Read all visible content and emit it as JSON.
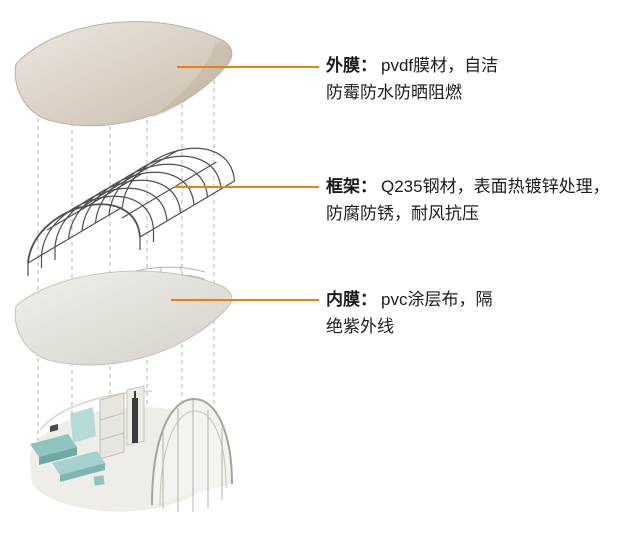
{
  "colors": {
    "accent": "#e8820e",
    "text": "#1b1b1b",
    "background": "#ffffff",
    "outer_membrane": "#d6cabb",
    "frame_steel": "#4f4f4f",
    "inner_membrane": "#e3dfd8",
    "furniture_teal": "#8fc4c1"
  },
  "labels": [
    {
      "id": "outer-membrane",
      "term": "外膜：",
      "desc_line1": "pvdf膜材，自洁",
      "desc_line2": "防霉防水防晒阻燃"
    },
    {
      "id": "frame",
      "term": "框架：",
      "desc_line1": "Q235钢材，表面热镀锌处理，",
      "desc_line2": "防腐防锈，耐风抗压"
    },
    {
      "id": "inner-membrane",
      "term": "内膜：",
      "desc_line1": "pvc涂层布，隔",
      "desc_line2": "绝紫外线"
    }
  ],
  "layers": [
    {
      "id": "outer-membrane-illustration",
      "meaning": "curved pvdf outer membrane canopy"
    },
    {
      "id": "frame-illustration",
      "meaning": "steel barrel-vault wireframe"
    },
    {
      "id": "inner-membrane-illustration",
      "meaning": "pvc coated inner membrane"
    },
    {
      "id": "interior-scene-illustration",
      "meaning": "furnished interior under arch structure"
    }
  ]
}
